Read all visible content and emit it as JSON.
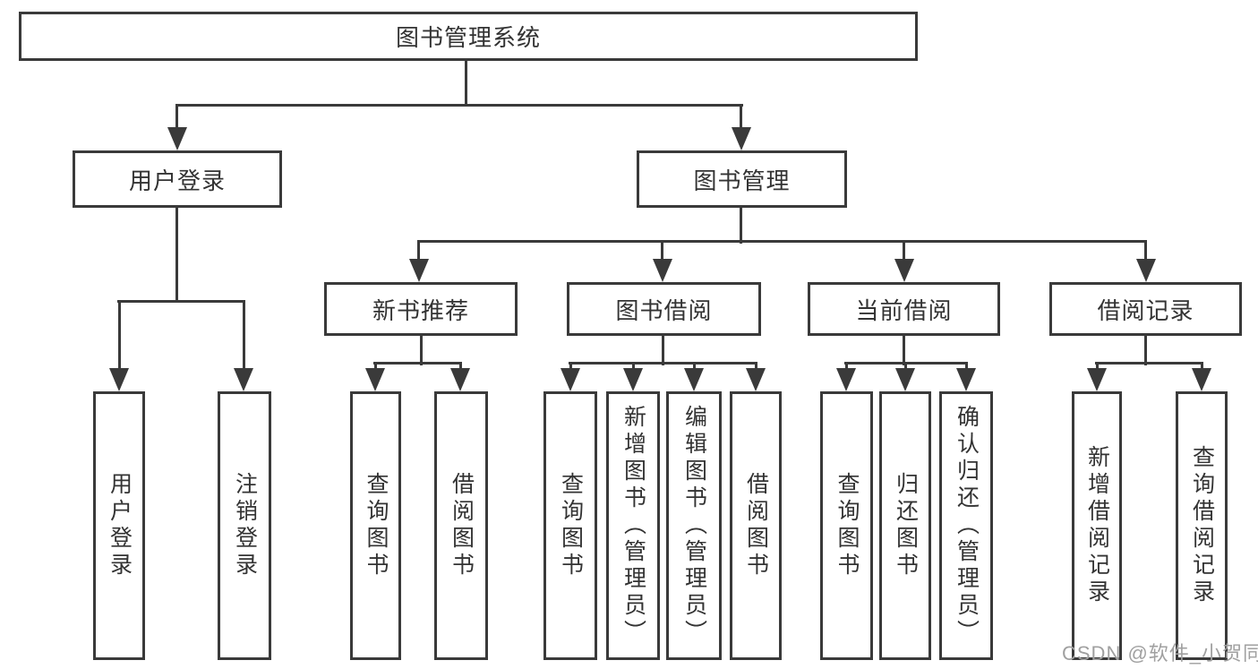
{
  "root": {
    "label": "图书管理系统"
  },
  "level2": {
    "user_login": {
      "label": "用户登录"
    },
    "book_mgmt": {
      "label": "图书管理"
    }
  },
  "level3": {
    "new_books": {
      "label": "新书推荐"
    },
    "borrowing": {
      "label": "图书借阅"
    },
    "current": {
      "label": "当前借阅"
    },
    "records": {
      "label": "借阅记录"
    }
  },
  "leaves": {
    "user_login": [
      {
        "label": "用户登录"
      },
      {
        "label": "注销登录"
      }
    ],
    "new_books": [
      {
        "label": "查询图书"
      },
      {
        "label": "借阅图书"
      }
    ],
    "borrowing": [
      {
        "label": "查询图书"
      },
      {
        "label": "新增图书（管理员）"
      },
      {
        "label": "编辑图书（管理员）"
      },
      {
        "label": "借阅图书"
      }
    ],
    "current": [
      {
        "label": "查询图书"
      },
      {
        "label": "归还图书"
      },
      {
        "label": "确认归还（管理员）"
      }
    ],
    "records": [
      {
        "label": "新增借阅记录"
      },
      {
        "label": "查询借阅记录"
      }
    ]
  },
  "watermark": {
    "text": "CSDN @软件_小贺同学"
  },
  "colors": {
    "line": "#3a3a3a",
    "text": "#333333",
    "watermark": "#a0a0a0",
    "background": "#ffffff"
  }
}
